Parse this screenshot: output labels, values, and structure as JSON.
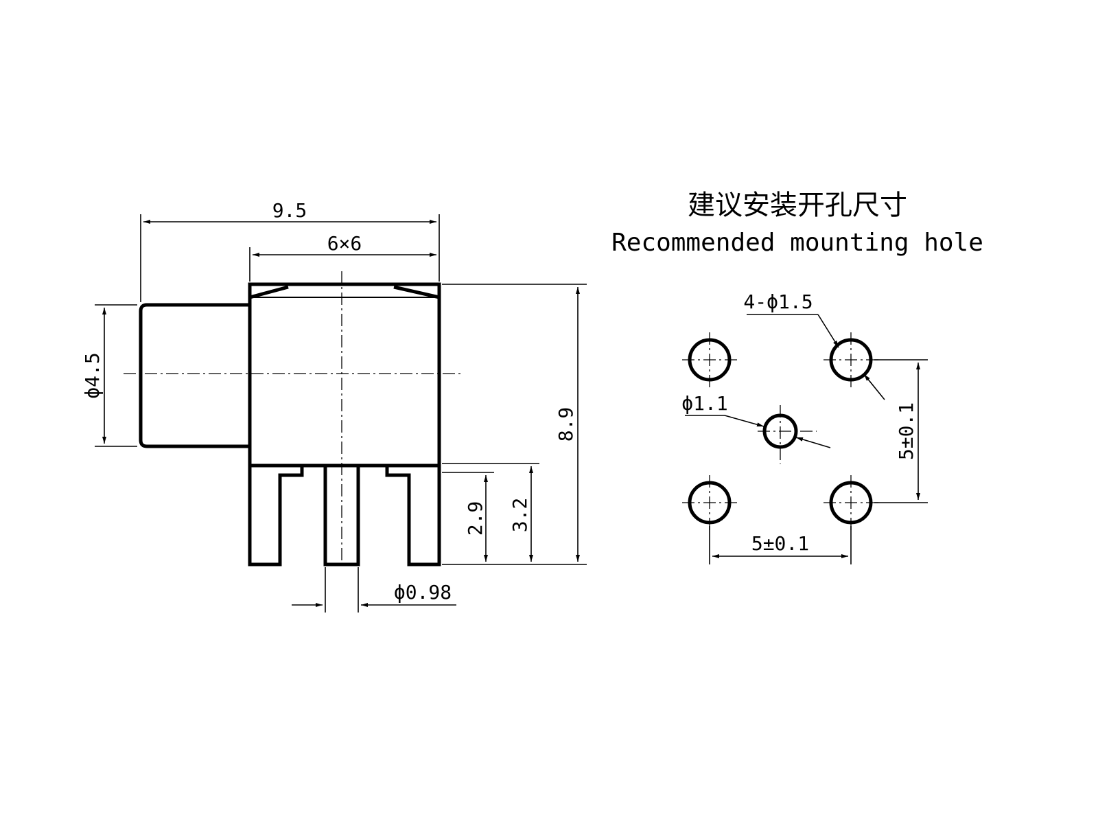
{
  "title": {
    "chinese": "建议安装开孔尺寸",
    "english": "Recommended mounting hole"
  },
  "side_view_dims": {
    "overall_length": "9.5",
    "body_size": "6×6",
    "diameter": "ϕ4.5",
    "overall_height": "8.9",
    "pin_length_outer": "2.9",
    "pin_length_center": "3.2",
    "pin_diameter": "ϕ0.98"
  },
  "mounting_hole_dims": {
    "ground_holes": "4-ϕ1.5",
    "center_hole": "ϕ1.1",
    "vertical_pitch": "5±0.1",
    "horizontal_pitch": "5±0.1"
  }
}
